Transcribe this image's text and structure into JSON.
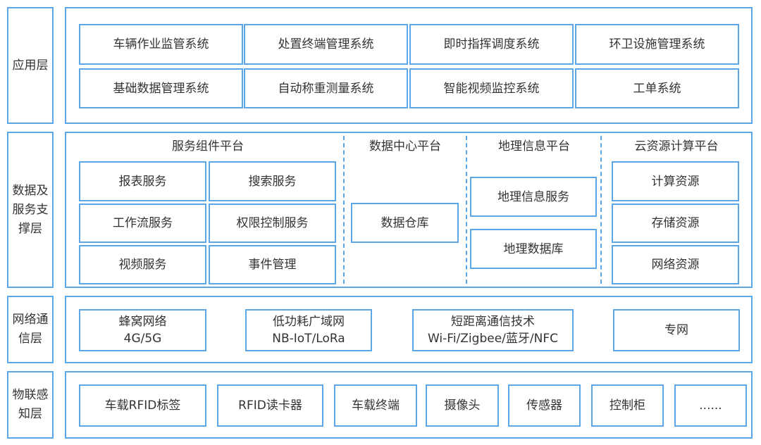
{
  "layers": {
    "application": "应用层",
    "support": "数据及服务支撑层",
    "network": "网络通信层",
    "iot": "物联感知层"
  },
  "application": {
    "systems": [
      "车辆作业监管系统",
      "处置终端管理系统",
      "即时指挥调度系统",
      "环卫设施管理系统",
      "基础数据管理系统",
      "自动称重测量系统",
      "智能视频监控系统",
      "工单系统"
    ]
  },
  "support": {
    "service_platform": {
      "title": "服务组件平台",
      "items": [
        "报表服务",
        "搜索服务",
        "工作流服务",
        "权限控制服务",
        "视频服务",
        "事件管理"
      ]
    },
    "data_center": {
      "title": "数据中心平台",
      "items": [
        "数据仓库"
      ]
    },
    "gis": {
      "title": "地理信息平台",
      "items": [
        "地理信息服务",
        "地理数据库"
      ]
    },
    "cloud": {
      "title": "云资源计算平台",
      "items": [
        "计算资源",
        "存储资源",
        "网络资源"
      ]
    }
  },
  "network": {
    "items": [
      {
        "name": "蜂窝网络",
        "detail": "4G/5G"
      },
      {
        "name": "低功耗广域网",
        "detail": "NB-IoT/LoRa"
      },
      {
        "name": "短距离通信技术",
        "detail": "Wi-Fi/Zigbee/蓝牙/NFC"
      },
      {
        "name": "专网",
        "detail": ""
      }
    ]
  },
  "iot": {
    "items": [
      "车载RFID标签",
      "RFID读卡器",
      "车载终端",
      "摄像头",
      "传感器",
      "控制柜",
      "......"
    ]
  },
  "colors": {
    "border": "#5aa6e6",
    "text": "#333333"
  }
}
